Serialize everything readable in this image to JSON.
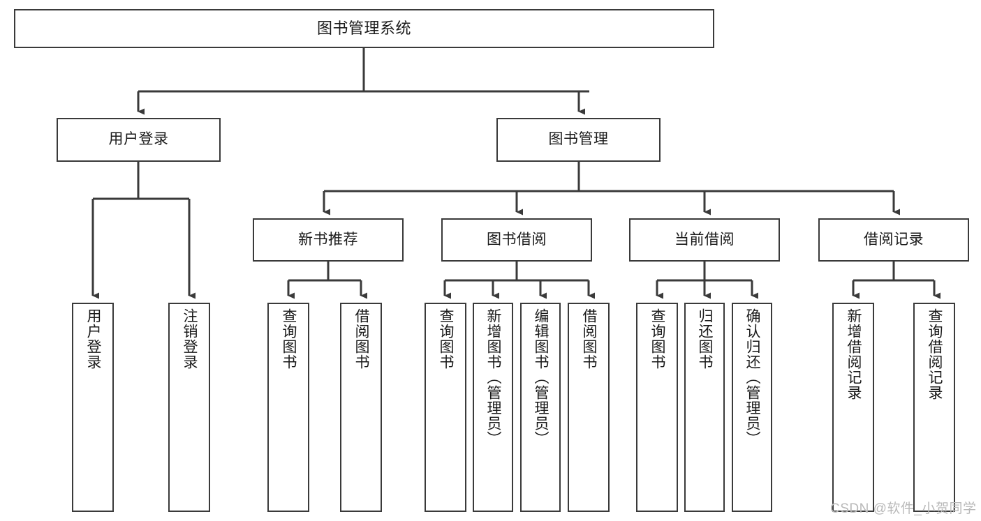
{
  "diagram": {
    "type": "tree",
    "title": "图书管理系统",
    "watermark": "CSDN @软件_小贺同学",
    "colors": {
      "box_border": "#3a3a3a",
      "box_fill": "#ffffff",
      "connector": "#3a3a3a",
      "text": "#1a1a1a",
      "watermark": "#b9b9b9"
    },
    "root": {
      "label": "图书管理系统"
    },
    "level2": [
      {
        "label": "用户登录"
      },
      {
        "label": "图书管理"
      }
    ],
    "level3": [
      {
        "label": "新书推荐"
      },
      {
        "label": "图书借阅"
      },
      {
        "label": "当前借阅"
      },
      {
        "label": "借阅记录"
      }
    ],
    "leaves": {
      "user_login": [
        {
          "label": "用户登录"
        },
        {
          "label": "注销登录"
        }
      ],
      "new_book": [
        {
          "label": "查询图书"
        },
        {
          "label": "借阅图书"
        }
      ],
      "borrow_book": [
        {
          "label": "查询图书"
        },
        {
          "label": "新增图书（管理员）"
        },
        {
          "label": "编辑图书（管理员）"
        },
        {
          "label": "借阅图书"
        }
      ],
      "current_borrow": [
        {
          "label": "查询图书"
        },
        {
          "label": "归还图书"
        },
        {
          "label": "确认归还（管理员）"
        }
      ],
      "borrow_record": [
        {
          "label": "新增借阅记录"
        },
        {
          "label": "查询借阅记录"
        }
      ]
    }
  }
}
